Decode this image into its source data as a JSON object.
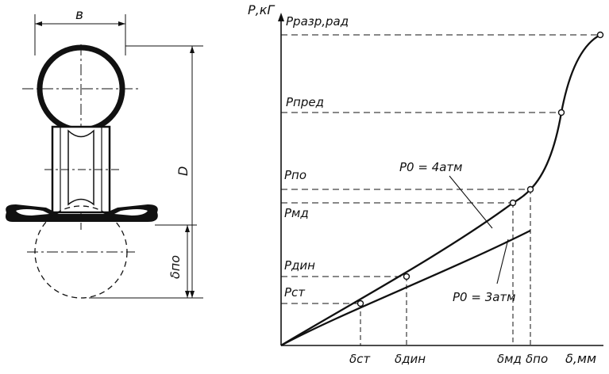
{
  "left_figure": {
    "width_label": "в",
    "diameter_label": "D",
    "deflection_label": "δпо"
  },
  "graph": {
    "y_axis_label": "Р,кГ",
    "x_axis_label": "δ,мм",
    "y_labels": {
      "p_razr": "Рразр,рад",
      "p_pred": "Рпред",
      "p_po": "Рпо",
      "p_md": "Рмд",
      "p_din": "Рдин",
      "p_st": "Рст"
    },
    "x_labels": {
      "d_st": "δст",
      "d_din": "δдин",
      "d_md": "δмд",
      "d_po": "δпо"
    },
    "curve_labels": {
      "four_atm": "Р0 = 4атм",
      "three_atm": "Р0 = 3атм"
    }
  }
}
